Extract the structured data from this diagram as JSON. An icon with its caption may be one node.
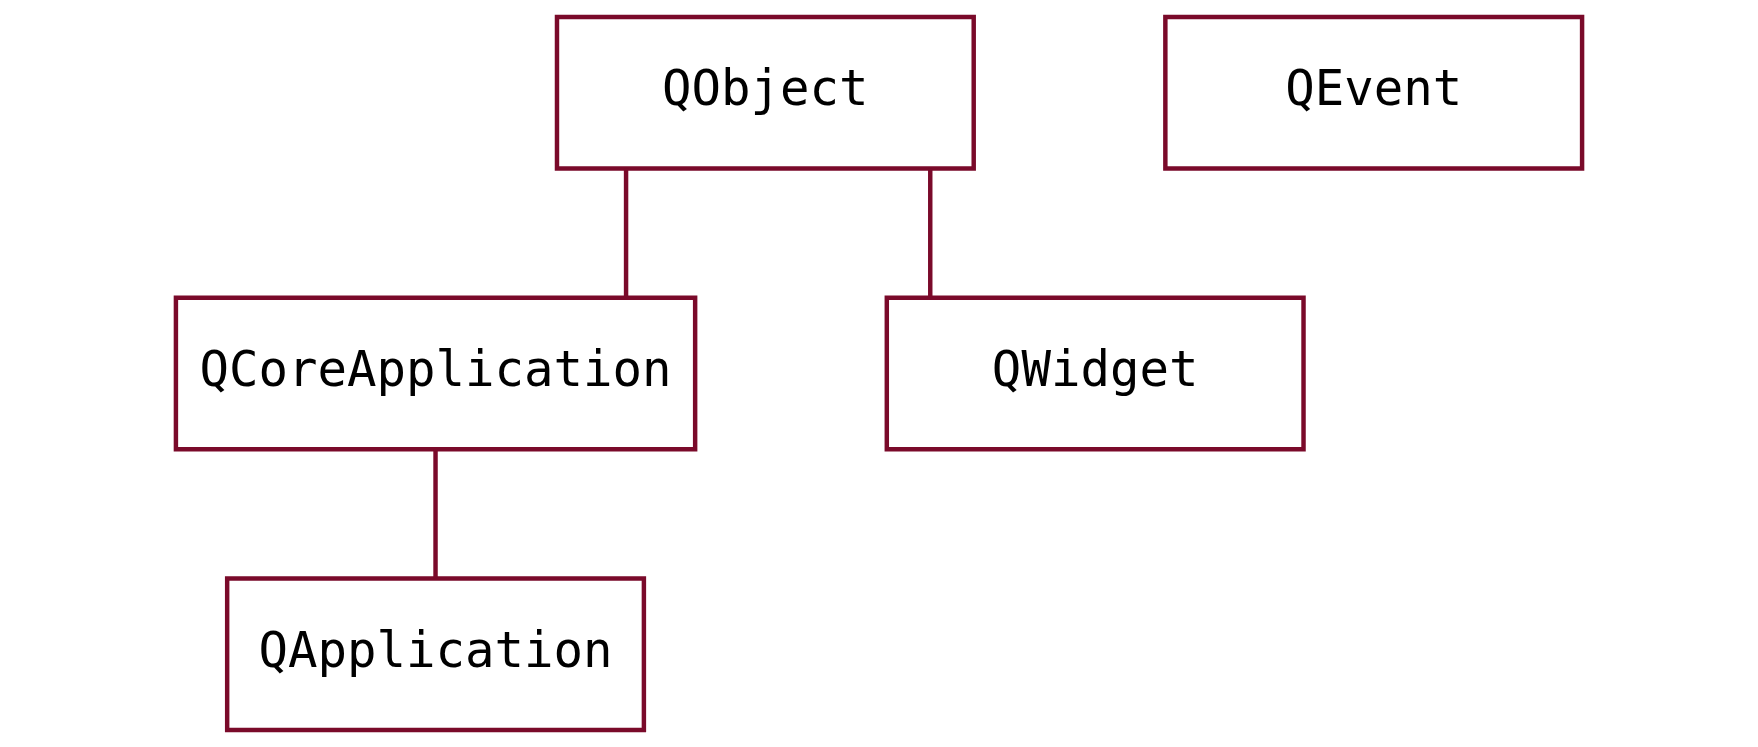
{
  "diagram": {
    "nodes": [
      {
        "text": [
          "QObject"
        ]
      },
      {
        "text": [
          "QEvent"
        ]
      },
      {
        "text": [
          "QCoreApplication"
        ]
      },
      {
        "text": [
          "QWidget"
        ]
      },
      {
        "text": [
          "QApplication"
        ]
      }
    ],
    "edges": [
      {
        "from": 0,
        "to": 2,
        "arrow": "none"
      },
      {
        "from": 0,
        "to": 3,
        "arrow": "none"
      },
      {
        "from": 2,
        "to": 4,
        "arrow": "none"
      }
    ]
  }
}
